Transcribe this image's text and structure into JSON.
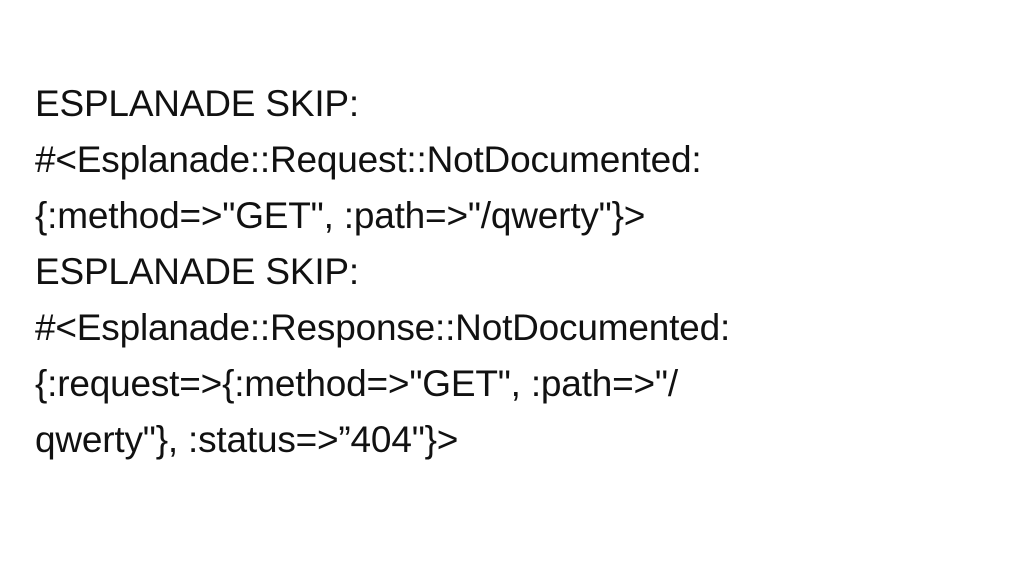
{
  "slide": {
    "lines": [
      "ESPLANADE SKIP:",
      "#<Esplanade::Request::NotDocumented:",
      "{:method=>\"GET\", :path=>\"/qwerty\"}>",
      "ESPLANADE SKIP:",
      "#<Esplanade::Response::NotDocumented:",
      "{:request=>{:method=>\"GET\", :path=>\"/",
      "qwerty\"}, :status=>”404\"}>"
    ]
  },
  "colors": {
    "background": "#ffffff",
    "text": "#111111"
  }
}
